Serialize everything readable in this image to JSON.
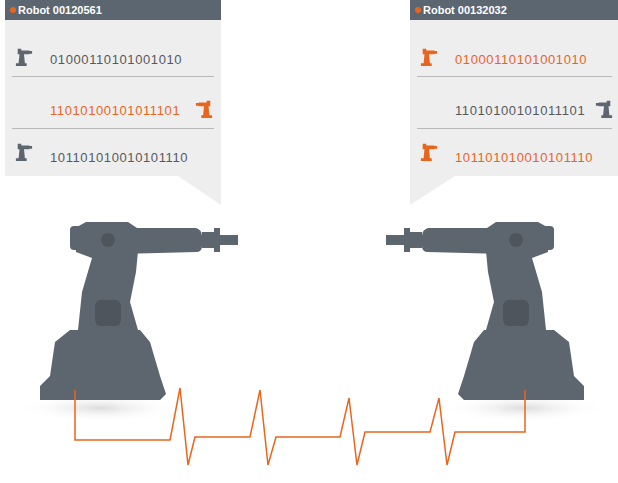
{
  "diagram": {
    "nodes": [
      {
        "text": [
          "Robot 00120561",
          "01000110101001010",
          "11010100101011101",
          "101101010010101110"
        ]
      },
      {
        "text": [
          "Robot 00132032",
          "01000110101001010",
          "11010100101011101",
          "101101010010101110"
        ]
      }
    ]
  }
}
